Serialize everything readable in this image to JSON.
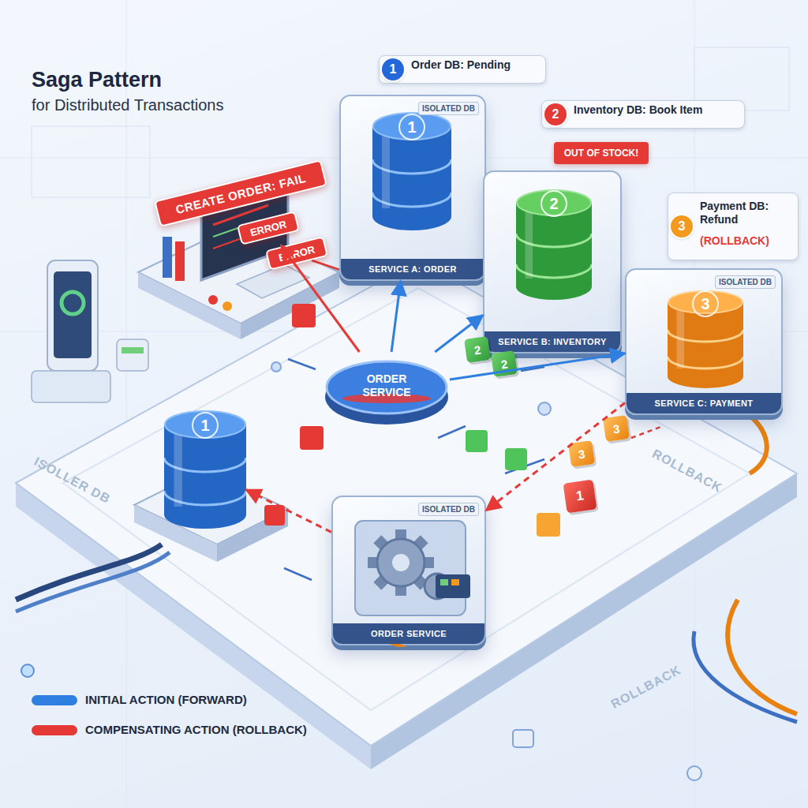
{
  "diagram": {
    "title": "Saga Pattern",
    "nodes": [
      {
        "text": [
          "1",
          "Order DB: Pending"
        ]
      },
      {
        "text": [
          "2",
          "Inventory DB: Book Item"
        ]
      },
      {
        "text": [
          "3",
          "Payment DB: Refund",
          "(ROLLBACK)"
        ]
      },
      {
        "text": [
          "CREATE ORDER: FAIL"
        ]
      },
      {
        "text": [
          "ERROR"
        ]
      },
      {
        "text": [
          "ERROR"
        ]
      },
      {
        "text": [
          "ISOLATED DB",
          "SERVICE A: ORDER"
        ]
      },
      {
        "text": [
          "1"
        ],
        "in": 6
      },
      {
        "text": [
          "OUT OF STOCK!"
        ]
      },
      {
        "text": [
          "SERVICE B: INVENTORY"
        ]
      },
      {
        "text": [
          "2"
        ],
        "in": 9
      },
      {
        "text": [
          "ISOLATED DB",
          "SERVICE C: PAYMENT"
        ]
      },
      {
        "text": [
          "3"
        ],
        "in": 11
      },
      {
        "text": [
          "ORDER SERVICE"
        ]
      },
      {
        "text": [
          "1"
        ]
      },
      {
        "text": [
          "ISOLATED DB",
          "ORDER SERVICE"
        ]
      }
    ],
    "edges": [
      {
        "from": 13,
        "to": 6,
        "arrow": "to"
      },
      {
        "from": 13,
        "to": 9,
        "arrow": "to"
      },
      {
        "from": 13,
        "to": 11,
        "arrow": "to"
      },
      {
        "from": 11,
        "to": 15,
        "arrow": "to"
      },
      {
        "from": 15,
        "to": 14,
        "arrow": "to"
      },
      {
        "from": 13,
        "to": 4,
        "arrow": "to"
      }
    ],
    "labels": [
      "for Distributed Transactions",
      "2",
      "2",
      "3",
      "3",
      "1",
      "ROLLBACK",
      "ROLLBACK",
      "ISOLLER DB"
    ],
    "legend": [
      {
        "text": "INITIAL ACTION (FORWARD)",
        "color": "#2f7fe0"
      },
      {
        "text": "COMPENSATING ACTION (ROLLBACK)",
        "color": "#e53935"
      }
    ]
  }
}
